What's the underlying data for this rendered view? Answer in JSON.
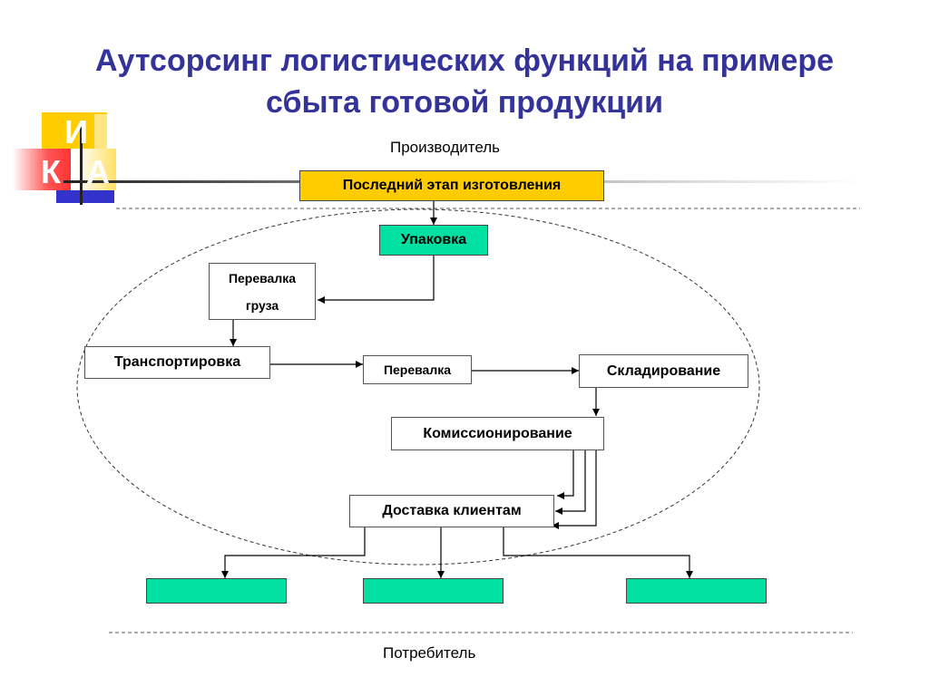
{
  "title": {
    "line1": "Аутсорсинг логистических функций на примере",
    "line2": "сбыта готовой продукции"
  },
  "logo": {
    "letters": [
      "И",
      "К",
      "А"
    ],
    "colors": {
      "yellow": "#ffcc00",
      "red": "#ff3333",
      "blue": "#3333cc"
    }
  },
  "labels": {
    "producer": "Производитель",
    "consumer": "Потребитель"
  },
  "boxes": {
    "last_stage": "Последний этап изготовления",
    "packaging": "Упаковка",
    "cargo_handling_line1": "Перевалка",
    "cargo_handling_line2": "груза",
    "transportation": "Транспортировка",
    "transshipment": "Перевалка",
    "warehousing": "Складирование",
    "commissioning": "Комиссионирование",
    "delivery": "Доставка клиентам"
  },
  "colors": {
    "title": "#333399",
    "yellow_box": "#ffcc00",
    "green_box": "#00e0a0"
  }
}
